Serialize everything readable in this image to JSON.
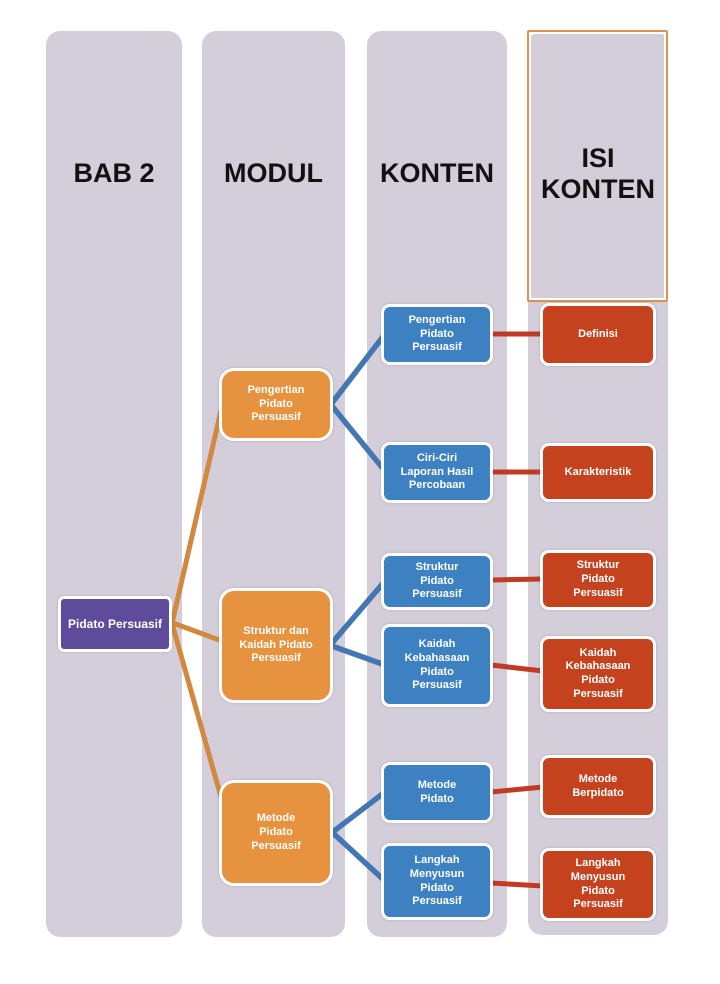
{
  "columns": [
    {
      "id": "bab2",
      "title": "BAB 2"
    },
    {
      "id": "modul",
      "title": "MODUL"
    },
    {
      "id": "konten",
      "title": "KONTEN"
    },
    {
      "id": "isi_konten",
      "title": "ISI KONTEN"
    }
  ],
  "nodes": {
    "root": {
      "id": "pidato-persuasif",
      "label": "Pidato Persuasif"
    },
    "modul": [
      {
        "id": "modul-pengertian",
        "label": "Pengertian\nPidato\nPersuasif"
      },
      {
        "id": "modul-struktur-kaidah",
        "label": "Struktur dan\nKaidah Pidato\nPersuasif"
      },
      {
        "id": "modul-metode",
        "label": "Metode\nPidato\nPersuasif"
      }
    ],
    "konten": [
      {
        "id": "konten-pengertian",
        "label": "Pengertian\nPidato\nPersuasif"
      },
      {
        "id": "konten-ciri",
        "label": "Ciri-Ciri\nLaporan Hasil\nPercobaan"
      },
      {
        "id": "konten-struktur",
        "label": "Struktur\nPidato\nPersuasif"
      },
      {
        "id": "konten-kaidah",
        "label": "Kaidah\nKebahasaan\nPidato\nPersuasif"
      },
      {
        "id": "konten-metode",
        "label": "Metode\nPidato"
      },
      {
        "id": "konten-langkah",
        "label": "Langkah\nMenyusun\nPidato\nPersuasif"
      }
    ],
    "isi_konten": [
      {
        "id": "isi-definisi",
        "label": "Definisi"
      },
      {
        "id": "isi-karakteristik",
        "label": "Karakteristik"
      },
      {
        "id": "isi-struktur",
        "label": "Struktur\nPidato\nPersuasif"
      },
      {
        "id": "isi-kaidah",
        "label": "Kaidah\nKebahasaan\nPidato\nPersuasif"
      },
      {
        "id": "isi-metode",
        "label": "Metode\nBerpidato"
      },
      {
        "id": "isi-langkah",
        "label": "Langkah\nMenyusun\nPidato\nPersuasif"
      }
    ]
  },
  "edges": [
    {
      "from": "pidato-persuasif",
      "to": "modul-pengertian",
      "color": "#d0893e"
    },
    {
      "from": "pidato-persuasif",
      "to": "modul-struktur-kaidah",
      "color": "#d0893e"
    },
    {
      "from": "pidato-persuasif",
      "to": "modul-metode",
      "color": "#d0893e"
    },
    {
      "from": "modul-pengertian",
      "to": "konten-pengertian",
      "color": "#4377b4"
    },
    {
      "from": "modul-pengertian",
      "to": "konten-ciri",
      "color": "#4377b4"
    },
    {
      "from": "modul-struktur-kaidah",
      "to": "konten-struktur",
      "color": "#4377b4"
    },
    {
      "from": "modul-struktur-kaidah",
      "to": "konten-kaidah",
      "color": "#4377b4"
    },
    {
      "from": "modul-metode",
      "to": "konten-metode",
      "color": "#4377b4"
    },
    {
      "from": "modul-metode",
      "to": "konten-langkah",
      "color": "#4377b4"
    },
    {
      "from": "konten-pengertian",
      "to": "isi-definisi",
      "color": "#c03a26"
    },
    {
      "from": "konten-ciri",
      "to": "isi-karakteristik",
      "color": "#c03a26"
    },
    {
      "from": "konten-struktur",
      "to": "isi-struktur",
      "color": "#c03a26"
    },
    {
      "from": "konten-kaidah",
      "to": "isi-kaidah",
      "color": "#c03a26"
    },
    {
      "from": "konten-metode",
      "to": "isi-metode",
      "color": "#c03a26"
    },
    {
      "from": "konten-langkah",
      "to": "isi-langkah",
      "color": "#c03a26"
    }
  ],
  "colors": {
    "page_bg": "#ffffff",
    "column_bg": "#d3ced9",
    "root_node": "#5e4b9b",
    "modul_node": "#e6923e",
    "konten_node": "#3d81c2",
    "isi_node": "#c5421f",
    "modul_edge": "#d0893e",
    "konten_edge": "#4377b4",
    "isi_edge": "#c03a26",
    "isi_outline": "#dd9254",
    "node_border": "#ffffff",
    "header_text": "#111111"
  }
}
